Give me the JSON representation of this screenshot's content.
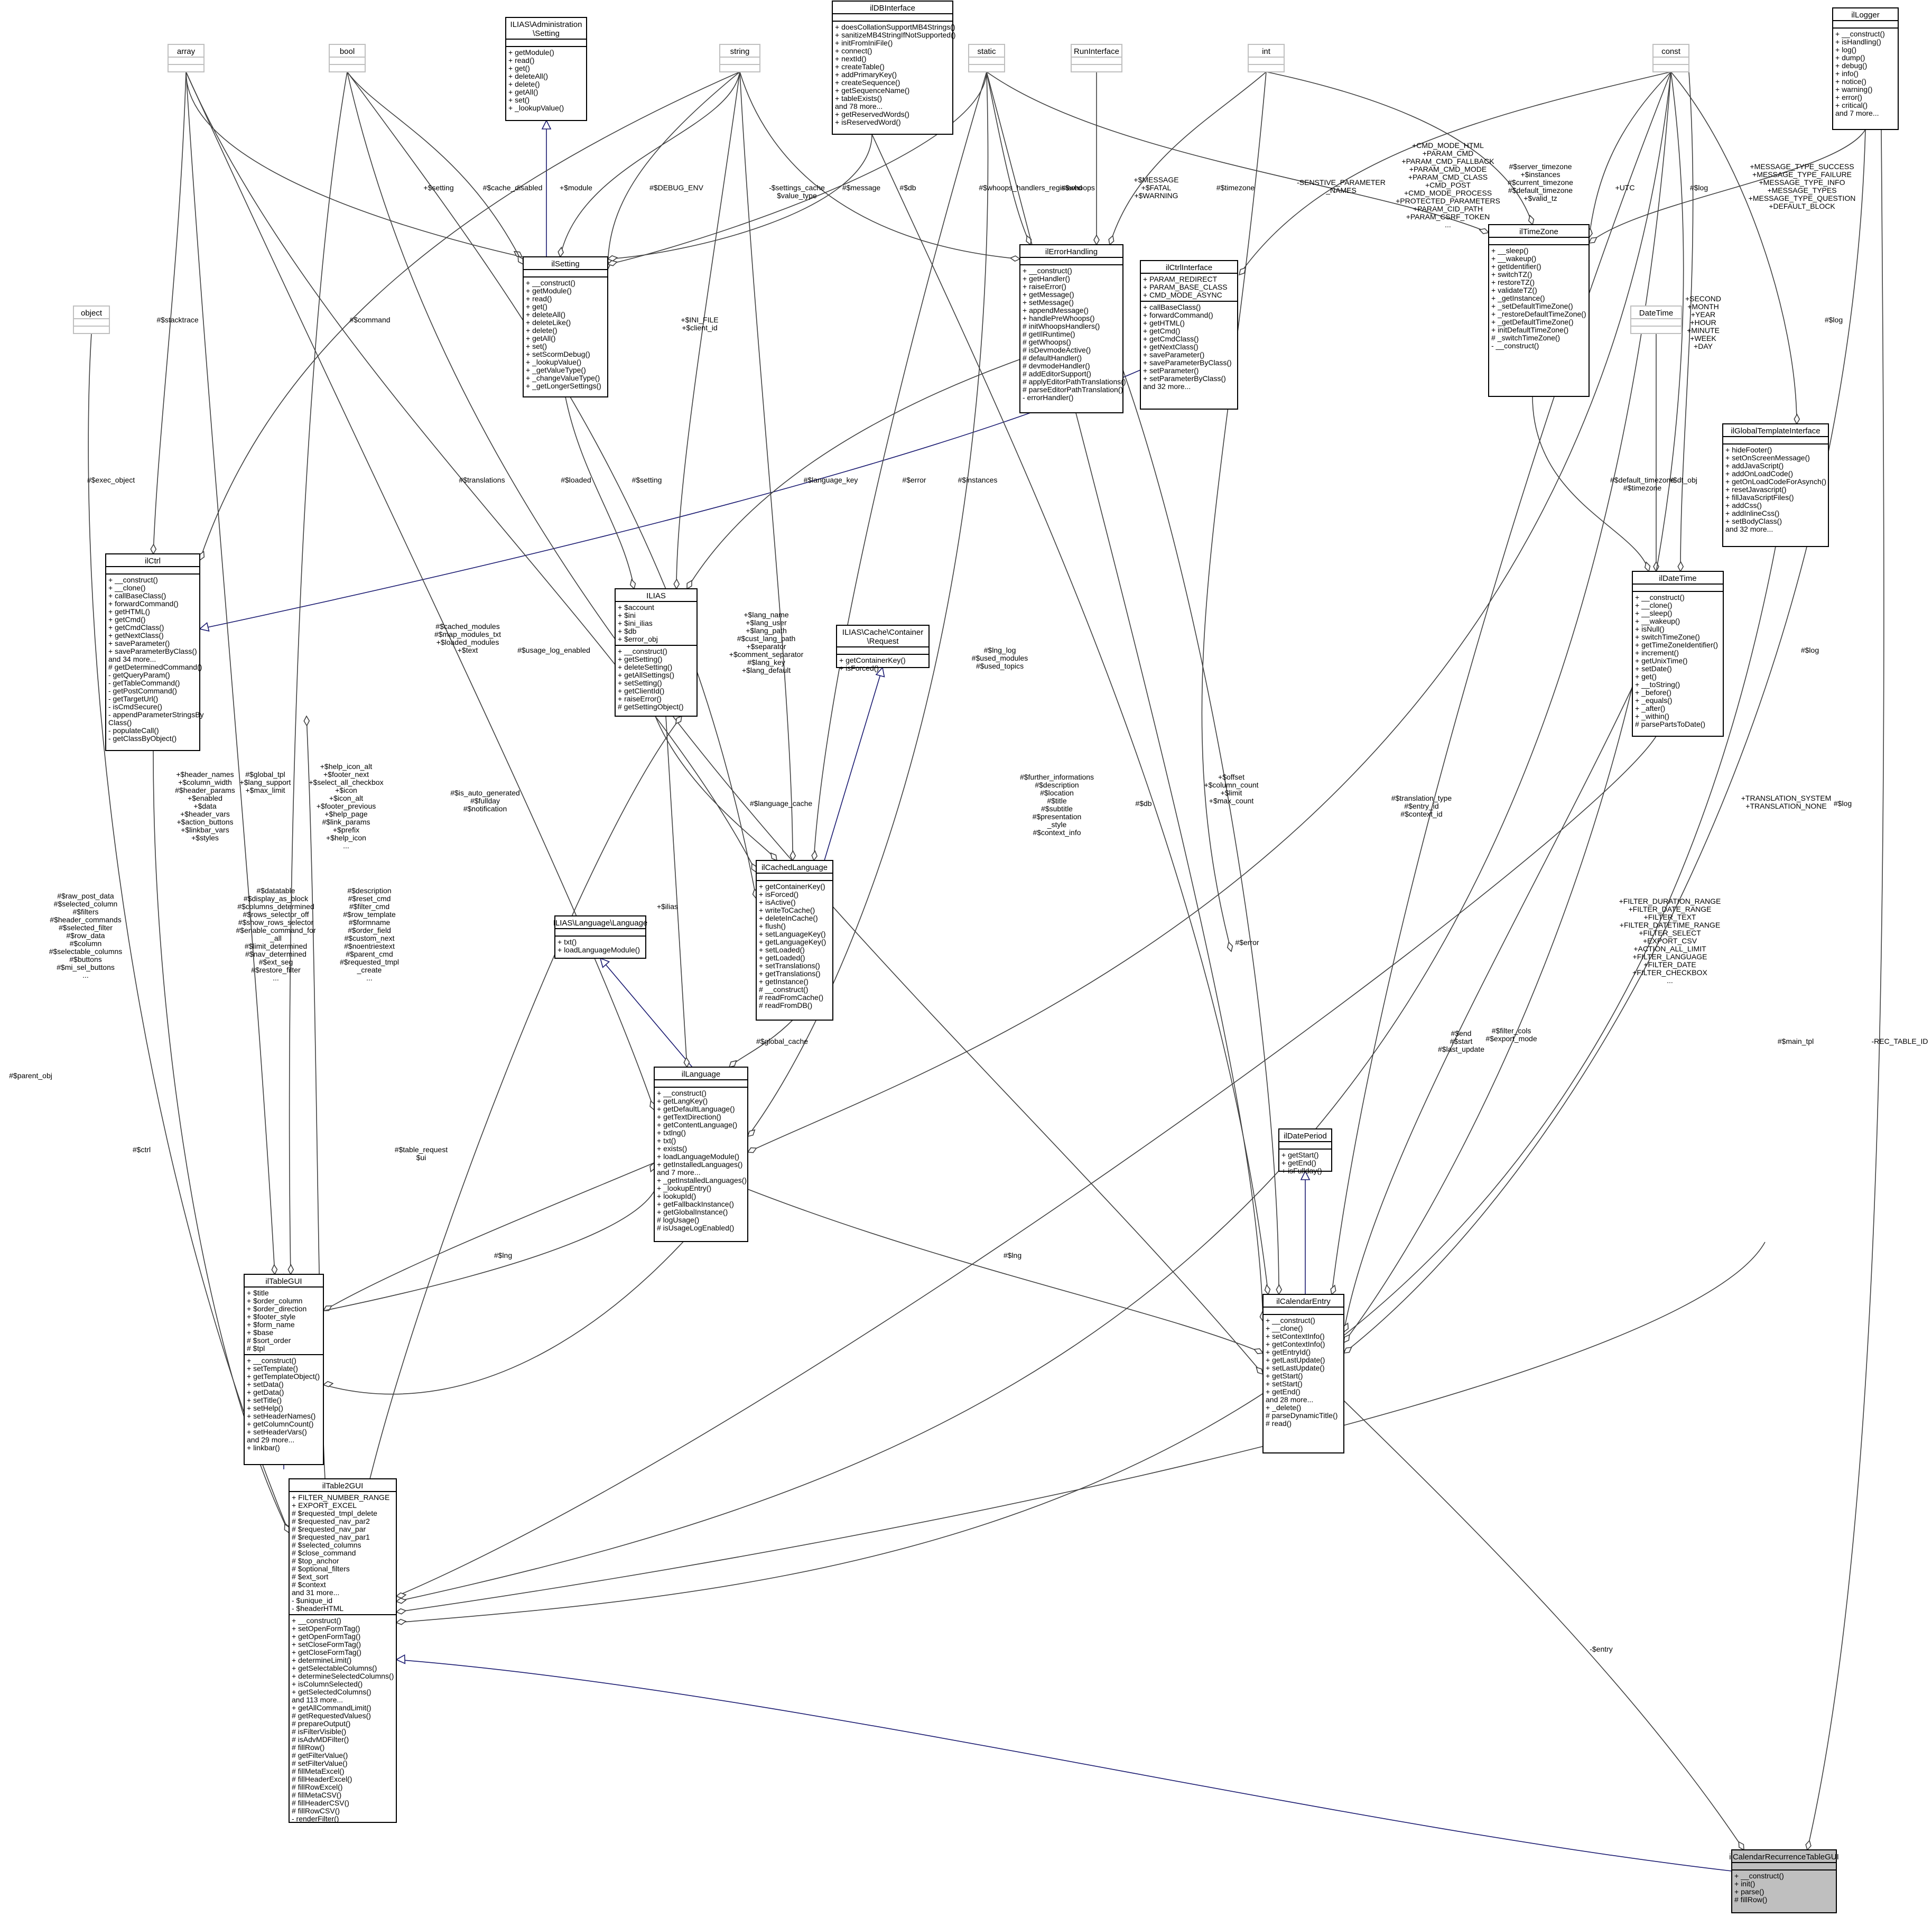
{
  "diagram": {
    "classes": {
      "array": {
        "title": "array",
        "ghost": true,
        "sections": [
          [],
          []
        ]
      },
      "bool": {
        "title": "bool",
        "ghost": true,
        "sections": [
          [],
          []
        ]
      },
      "admin_setting": {
        "title": [
          "ILIAS\\Administration",
          "\\Setting"
        ],
        "sections": [
          [],
          [
            "+ getModule()",
            "+ read()",
            "+ get()",
            "+ deleteAll()",
            "+ delete()",
            "+ getAll()",
            "+ set()",
            "+ _lookupValue()"
          ]
        ]
      },
      "string": {
        "title": "string",
        "ghost": true,
        "sections": [
          [],
          []
        ]
      },
      "ildbinterface": {
        "title": "ilDBInterface",
        "sections": [
          [],
          [
            "+ doesCollationSupportMB4Strings()",
            "+ sanitizeMB4StringIfNotSupported()",
            "+ initFromIniFile()",
            "+ connect()",
            "+ nextId()",
            "+ createTable()",
            "+ addPrimaryKey()",
            "+ createSequence()",
            "+ getSequenceName()",
            "+ tableExists()",
            "and 78 more...",
            "+ getReservedWords()",
            "+ isReservedWord()"
          ]
        ]
      },
      "static": {
        "title": "static",
        "ghost": true,
        "sections": [
          [],
          []
        ]
      },
      "runinterface": {
        "title": "RunInterface",
        "ghost": true,
        "sections": [
          [],
          []
        ]
      },
      "int": {
        "title": "int",
        "ghost": true,
        "sections": [
          [],
          []
        ]
      },
      "const": {
        "title": "const",
        "ghost": true,
        "sections": [
          [],
          []
        ]
      },
      "illogger": {
        "title": "ilLogger",
        "sections": [
          [],
          [
            "+ __construct()",
            "+ isHandling()",
            "+ log()",
            "+ dump()",
            "+ debug()",
            "+ info()",
            "+ notice()",
            "+ warning()",
            "+ error()",
            "+ critical()",
            "and 7 more..."
          ]
        ]
      },
      "object": {
        "title": "object",
        "ghost": true,
        "sections": [
          [],
          []
        ]
      },
      "ilsetting": {
        "title": "ilSetting",
        "sections": [
          [],
          [
            "+ __construct()",
            "+ getModule()",
            "+ read()",
            "+ get()",
            "+ deleteAll()",
            "+ deleteLike()",
            "+ delete()",
            "+ getAll()",
            "+ set()",
            "+ setScormDebug()",
            "+ _lookupValue()",
            "+ _getValueType()",
            "+ _changeValueType()",
            "+ _getLongerSettings()"
          ]
        ]
      },
      "ilerrorhandling": {
        "title": "ilErrorHandling",
        "sections": [
          [],
          [
            "+ __construct()",
            "+ getHandler()",
            "+ raiseError()",
            "+ getMessage()",
            "+ setMessage()",
            "+ appendMessage()",
            "+ handlePreWhoops()",
            "# initWhoopsHandlers()",
            "# getIlRuntime()",
            "# getWhoops()",
            "# isDevmodeActive()",
            "# defaultHandler()",
            "# devmodeHandler()",
            "# addEditorSupport()",
            "# applyEditorPathTranslations()",
            "# parseEditorPathTranslation()",
            "- errorHandler()"
          ]
        ]
      },
      "ilctrlinterface": {
        "title": "ilCtrlInterface",
        "sections": [
          [
            "+ PARAM_REDIRECT",
            "+ PARAM_BASE_CLASS",
            "+ CMD_MODE_ASYNC"
          ],
          [
            "+ callBaseClass()",
            "+ forwardCommand()",
            "+ getHTML()",
            "+ getCmd()",
            "+ getCmdClass()",
            "+ getNextClass()",
            "+ saveParameter()",
            "+ saveParameterByClass()",
            "+ setParameter()",
            "+ setParameterByClass()",
            "and 32 more..."
          ]
        ]
      },
      "iltimezone": {
        "title": "ilTimeZone",
        "sections": [
          [],
          [
            "+ __sleep()",
            "+ __wakeup()",
            "+ getIdentifier()",
            "+ switchTZ()",
            "+ restoreTZ()",
            "+ validateTZ()",
            "+ _getInstance()",
            "+ _setDefaultTimeZone()",
            "+ _restoreDefaultTimeZone()",
            "+ _getDefaultTimeZone()",
            "+ initDefaultTimeZone()",
            "# _switchTimeZone()",
            "- __construct()"
          ]
        ]
      },
      "datetime": {
        "title": "DateTime",
        "ghost": true,
        "sections": [
          [],
          []
        ]
      },
      "ilglobaltemplateinterface": {
        "title": "ilGlobalTemplateInterface",
        "sections": [
          [],
          [
            "+ hideFooter()",
            "+ setOnScreenMessage()",
            "+ addJavaScript()",
            "+ addOnLoadCode()",
            "+ getOnLoadCodeForAsynch()",
            "+ resetJavascript()",
            "+ fillJavaScriptFiles()",
            "+ addCss()",
            "+ addInlineCss()",
            "+ setBodyClass()",
            "and 32 more..."
          ]
        ]
      },
      "ilctrl": {
        "title": "ilCtrl",
        "sections": [
          [],
          [
            "+ __construct()",
            "+ __clone()",
            "+ callBaseClass()",
            "+ forwardCommand()",
            "+ getHTML()",
            "+ getCmd()",
            "+ getCmdClass()",
            "+ getNextClass()",
            "+ saveParameter()",
            "+ saveParameterByClass()",
            "and 34 more...",
            "# getDeterminedCommand()",
            "- getQueryParam()",
            "- getTableCommand()",
            "- getPostCommand()",
            "- getTargetUrl()",
            "- isCmdSecure()",
            "- appendParameterStringsBy",
            "Class()",
            "- populateCall()",
            "- getClassByObject()"
          ]
        ]
      },
      "ilias": {
        "title": "ILIAS",
        "sections": [
          [
            "+ $account",
            "+ $ini",
            "+ $ini_ilias",
            "+ $db",
            "+ $error_obj"
          ],
          [
            "+ __construct()",
            "+ getSetting()",
            "+ deleteSetting()",
            "+ getAllSettings()",
            "+ setSetting()",
            "+ getClientId()",
            "+ raiseError()",
            "# getSettingObject()"
          ]
        ]
      },
      "cache_request": {
        "title": [
          "ILIAS\\Cache\\Container",
          "\\Request"
        ],
        "sections": [
          [],
          [
            "+ getContainerKey()",
            "+ isForced()"
          ]
        ]
      },
      "ildatetime": {
        "title": "ilDateTime",
        "sections": [
          [],
          [
            "+ __construct()",
            "+ __clone()",
            "+ __sleep()",
            "+ __wakeup()",
            "+ isNull()",
            "+ switchTimeZone()",
            "+ getTimeZoneIdentifier()",
            "+ increment()",
            "+ getUnixTime()",
            "+ setDate()",
            "+ get()",
            "+ __toString()",
            "+ _before()",
            "+ _equals()",
            "+ _after()",
            "+ _within()",
            "# parsePartsToDate()"
          ]
        ]
      },
      "ilcachedlanguage": {
        "title": "ilCachedLanguage",
        "sections": [
          [],
          [
            "+ getContainerKey()",
            "+ isForced()",
            "+ isActive()",
            "+ writeToCache()",
            "+ deleteInCache()",
            "+ flush()",
            "+ setLanguageKey()",
            "+ getLanguageKey()",
            "+ setLoaded()",
            "+ getLoaded()",
            "+ setTranslations()",
            "+ getTranslations()",
            "+ getInstance()",
            "# __construct()",
            "# readFromCache()",
            "# readFromDB()"
          ]
        ]
      },
      "ilias_language": {
        "title": "ILIAS\\Language\\Language",
        "sections": [
          [],
          [
            "+ txt()",
            "+ loadLanguageModule()"
          ]
        ]
      },
      "illanguage": {
        "title": "ilLanguage",
        "sections": [
          [],
          [
            "+ __construct()",
            "+ getLangKey()",
            "+ getDefaultLanguage()",
            "+ getTextDirection()",
            "+ getContentLanguage()",
            "+ txtlng()",
            "+ txt()",
            "+ exists()",
            "+ loadLanguageModule()",
            "+ getInstalledLanguages()",
            "and 7 more...",
            "+ _getInstalledLanguages()",
            "+ _lookupEntry()",
            "+ lookupId()",
            "+ getFallbackInstance()",
            "+ getGlobalInstance()",
            "# logUsage()",
            "# isUsageLogEnabled()"
          ]
        ]
      },
      "ildateperiod": {
        "title": "ilDatePeriod",
        "sections": [
          [],
          [
            "+ getStart()",
            "+ getEnd()",
            "+ isFullday()"
          ]
        ]
      },
      "iltablegui": {
        "title": "ilTableGUI",
        "sections": [
          [
            "+ $title",
            "+ $order_column",
            "+ $order_direction",
            "+ $footer_style",
            "+ $form_name",
            "+ $base",
            "# $sort_order",
            "# $tpl"
          ],
          [
            "+ __construct()",
            "+ setTemplate()",
            "+ getTemplateObject()",
            "+ setData()",
            "+ getData()",
            "+ setTitle()",
            "+ setHelp()",
            "+ setHeaderNames()",
            "+ getColumnCount()",
            "+ setHeaderVars()",
            "and 29 more...",
            "+ linkbar()"
          ]
        ]
      },
      "ilcalendarentry": {
        "title": "ilCalendarEntry",
        "sections": [
          [],
          [
            "+ __construct()",
            "+ __clone()",
            "+ setContextInfo()",
            "+ getContextInfo()",
            "+ getEntryId()",
            "+ getLastUpdate()",
            "+ setLastUpdate()",
            "+ getStart()",
            "+ setStart()",
            "+ getEnd()",
            "and 28 more...",
            "+ _delete()",
            "# parseDynamicTitle()",
            "# read()"
          ]
        ]
      },
      "iltable2gui": {
        "title": "ilTable2GUI",
        "sections": [
          [
            "+ FILTER_NUMBER_RANGE",
            "+ EXPORT_EXCEL",
            "# $requested_tmpl_delete",
            "# $requested_nav_par2",
            "# $requested_nav_par",
            "# $requested_nav_par1",
            "# $selected_columns",
            "# $close_command",
            "# $top_anchor",
            "# $optional_filters",
            "# $ext_sort",
            "# $context",
            "and 31 more...",
            "- $unique_id",
            "- $headerHTML"
          ],
          [
            "+ __construct()",
            "+ setOpenFormTag()",
            "+ getOpenFormTag()",
            "+ setCloseFormTag()",
            "+ getCloseFormTag()",
            "+ determineLimit()",
            "+ getSelectableColumns()",
            "+ determineSelectedColumns()",
            "+ isColumnSelected()",
            "+ getSelectedColumns()",
            "and 113 more...",
            "+ getAllCommandLimit()",
            "# getRequestedValues()",
            "# prepareOutput()",
            "# isFilterVisible()",
            "# isAdvMDFilter()",
            "# fillRow()",
            "# getFilterValue()",
            "# setFilterValue()",
            "# fillMetaExcel()",
            "# fillHeaderExcel()",
            "# fillRowExcel()",
            "# fillMetaCSV()",
            "# fillHeaderCSV()",
            "# fillRowCSV()",
            "- renderFilter()"
          ]
        ]
      },
      "ilcalendarrecurrencetablegui": {
        "title": "ilCalendarRecurrenceTableGUI",
        "focus": true,
        "sections": [
          [],
          [
            "+ __construct()",
            "+ init()",
            "+ parse()",
            "# fillRow()"
          ]
        ]
      }
    },
    "edge_labels": {
      "setting_admin": [
        "+$setting"
      ],
      "cache_disabled": [
        "#$cache_disabled"
      ],
      "module": [
        "+$module"
      ],
      "debug_env": [
        "#$DEBUG_ENV"
      ],
      "settings_cache": [
        "-$settings_cache",
        "$value_type"
      ],
      "message": [
        "#$message"
      ],
      "db_setting": [
        "#$db"
      ],
      "whoops_reg": [
        "#$whoops_handlers_registered"
      ],
      "whoops": [
        "#$whoops"
      ],
      "msg_fatal": [
        "+$MESSAGE",
        "+$FATAL",
        "+$WARNING"
      ],
      "timezone_err": [
        "#$timezone"
      ],
      "sensitive": [
        "-SENSTIVE_PARAMETER",
        "_NAMES"
      ],
      "cmd_consts": [
        "+CMD_MODE_HTML",
        "+PARAM_CMD",
        "+PARAM_CMD_FALLBACK",
        "+PARAM_CMD_MODE",
        "+PARAM_CMD_CLASS",
        "+CMD_POST",
        "+CMD_MODE_PROCESS",
        "+PROTECTED_PARAMETERS",
        "+PARAM_CID_PATH",
        "+PARAM_CSRF_TOKEN",
        "..."
      ],
      "tz_members": [
        "#$server_timezone",
        "+$instances",
        "#$current_timezone",
        "#$default_timezone",
        "+$valid_tz"
      ],
      "utc": [
        "+UTC"
      ],
      "log_tz": [
        "#$log"
      ],
      "msg_types": [
        "+MESSAGE_TYPE_SUCCESS",
        "+MESSAGE_TYPE_FAILURE",
        "+MESSAGE_TYPE_INFO",
        "+MESSAGE_TYPES",
        "+MESSAGE_TYPE_QUESTION",
        "+DEFAULT_BLOCK"
      ],
      "stacktrace": [
        "#$stacktrace"
      ],
      "command": [
        "#$command"
      ],
      "ini_file": [
        "+$INI_FILE",
        "+$client_id"
      ],
      "date_units": [
        "+SECOND",
        "+MONTH",
        "+YEAR",
        "+HOUR",
        "+MINUTE",
        "+WEEK",
        "+DAY"
      ],
      "log_dt": [
        "#$log"
      ],
      "exec_object": [
        "#$exec_object"
      ],
      "translations": [
        "#$translations"
      ],
      "loaded": [
        "#$loaded"
      ],
      "setting_ilias": [
        "#$setting"
      ],
      "language_key": [
        "#$language_key"
      ],
      "error_ilias": [
        "#$error"
      ],
      "instances": [
        "#$instances"
      ],
      "default_tz": [
        "#$default_timezone",
        "#$timezone"
      ],
      "dt_obj": [
        "#$dt_obj"
      ],
      "lang_name": [
        "+$lang_name",
        "+$lang_user",
        "+$lang_path",
        "#$cust_lang_path",
        "+$separator",
        "+$comment_separator",
        "#$lang_key",
        "+$lang_default"
      ],
      "cached_modules": [
        "#$cached_modules",
        "#$map_modules_txt",
        "+$loaded_modules",
        "+$text"
      ],
      "usage_log": [
        "#$usage_log_enabled"
      ],
      "lng_log": [
        "#$lng_log",
        "#$used_modules",
        "#$used_topics"
      ],
      "log_lang": [
        "#$log"
      ],
      "language_cache": [
        "#$language_cache"
      ],
      "header_names": [
        "+$header_names",
        "+$column_width",
        "#$header_params",
        "+$enabled",
        "+$data",
        "+$header_vars",
        "+$action_buttons",
        "+$linkbar_vars",
        "+$styles"
      ],
      "global_tpl": [
        "#$global_tpl",
        "+$lang_support",
        "+$max_limit"
      ],
      "help_icon": [
        "+$help_icon_alt",
        "+$footer_next",
        "+$select_all_checkbox",
        "+$icon",
        "+$icon_alt",
        "+$footer_previous",
        "+$help_page",
        "#$link_params",
        "+$prefix",
        "+$help_icon",
        "..."
      ],
      "is_auto": [
        "#$is_auto_generated",
        "#$fullday",
        "#$notification"
      ],
      "further_info": [
        "#$further_informations",
        "#$description",
        "#$location",
        "#$title",
        "#$subtitle",
        "#$presentation",
        "_style",
        "#$context_info"
      ],
      "offset": [
        "+$offset",
        "+$column_count",
        "+$limit",
        "+$max_count"
      ],
      "db_cal": [
        "#$db"
      ],
      "translation_type": [
        "#$translation_type",
        "#$entry_id",
        "#$context_id"
      ],
      "translation_system": [
        "+TRANSLATION_SYSTEM",
        "+TRANSLATION_NONE"
      ],
      "log_cal": [
        "#$log"
      ],
      "datatable": [
        "#$datatable",
        "#$display_as_block",
        "#$columns_determined",
        "#$rows_selector_off",
        "#$show_rows_selector",
        "#$enable_command_for",
        "_all",
        "#$limit_determined",
        "#$nav_determined",
        "#$ext_seg",
        "#$restore_filter",
        "..."
      ],
      "description": [
        "#$description",
        "#$reset_cmd",
        "#$filter_cmd",
        "#$row_template",
        "#$formname",
        "#$order_field",
        "#$custom_next",
        "#$noentriestext",
        "#$parent_cmd",
        "#$requested_tmpl",
        "_create",
        "..."
      ],
      "raw_post": [
        "#$raw_post_data",
        "#$selected_column",
        "#$filters",
        "#$header_commands",
        "#$selected_filter",
        "#$row_data",
        "#$column",
        "#$selectable_columns",
        "#$buttons",
        "#$mi_sel_buttons",
        "..."
      ],
      "ilias_edge": [
        "+$ilias"
      ],
      "global_cache": [
        "#$global_cache"
      ],
      "error_cal": [
        "#$error"
      ],
      "filter_consts": [
        "+FILTER_DURATION_RANGE",
        "+FILTER_DATE_RANGE",
        "+FILTER_TEXT",
        "+FILTER_DATETIME_RANGE",
        "+FILTER_SELECT",
        "+EXPORT_CSV",
        "+ACTION_ALL_LIMIT",
        "+FILTER_LANGUAGE",
        "+FILTER_DATE",
        "+FILTER_CHECKBOX",
        "..."
      ],
      "filter_cols": [
        "#$filter_cols",
        "#$export_mode"
      ],
      "main_tpl": [
        "#$main_tpl"
      ],
      "rec_table_id": [
        "-REC_TABLE_ID"
      ],
      "end_start": [
        "#$end",
        "#$start",
        "#$last_update"
      ],
      "lng_table": [
        "#$lng"
      ],
      "lng_cal": [
        "#$lng"
      ],
      "table_request": [
        "#$table_request",
        "$ui"
      ],
      "parent_obj": [
        "#$parent_obj"
      ],
      "ctrl": [
        "#$ctrl"
      ],
      "entry": [
        "-$entry"
      ]
    }
  }
}
